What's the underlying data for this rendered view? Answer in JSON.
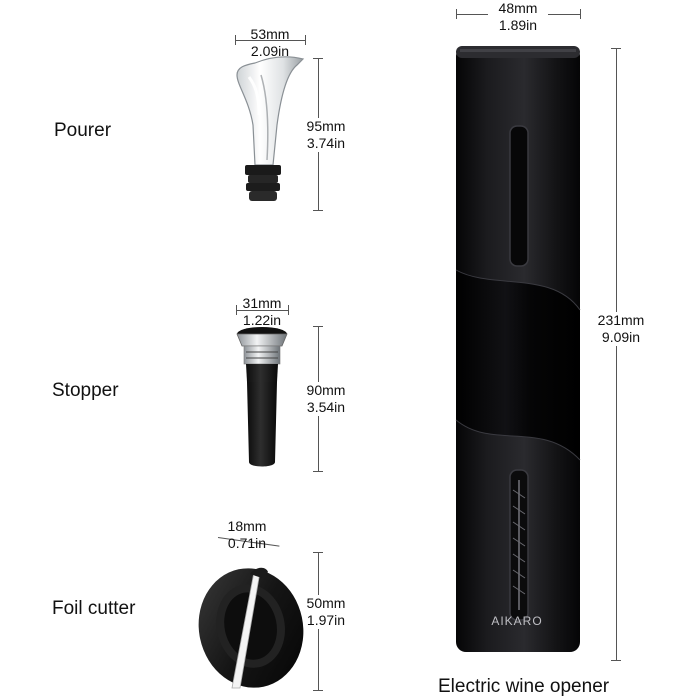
{
  "items": {
    "pourer": {
      "label": "Pourer",
      "width_mm": "53mm",
      "width_in": "2.09in",
      "height_mm": "95mm",
      "height_in": "3.74in"
    },
    "stopper": {
      "label": "Stopper",
      "width_mm": "31mm",
      "width_in": "1.22in",
      "height_mm": "90mm",
      "height_in": "3.54in"
    },
    "foil_cutter": {
      "label": "Foil cutter",
      "width_mm": "18mm",
      "width_in": "0.71in",
      "height_mm": "50mm",
      "height_in": "1.97in"
    },
    "opener": {
      "label": "Electric wine opener",
      "brand": "AIKARO",
      "width_mm": "48mm",
      "width_in": "1.89in",
      "height_mm": "231mm",
      "height_in": "9.09in"
    }
  },
  "colors": {
    "body": "#141416",
    "accent": "#2a2a2e",
    "dimension_line": "#555555"
  }
}
